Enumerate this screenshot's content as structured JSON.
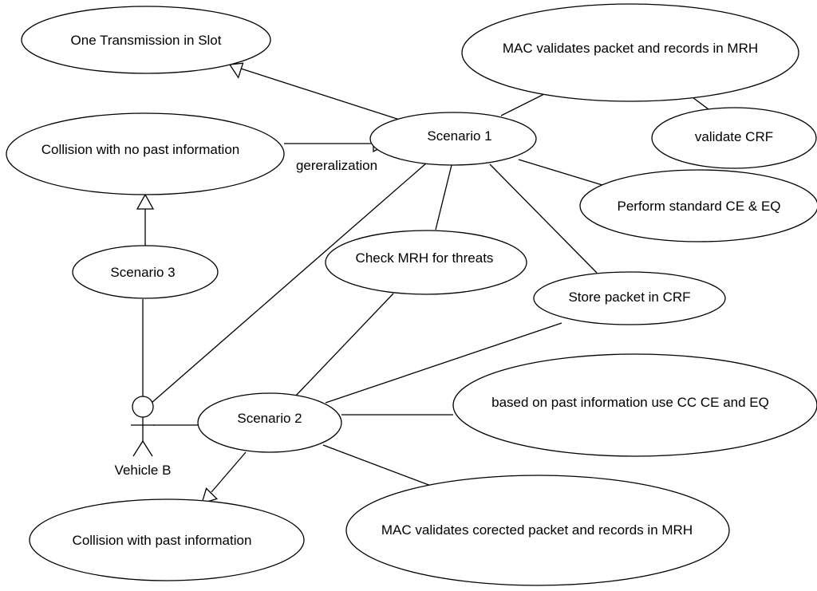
{
  "use_cases": {
    "one_transmission": "One Transmission in Slot",
    "mac_validates_packet": "MAC validates packet and records in MRH",
    "validate_crf": "validate CRF",
    "collision_no_past": "Collision with no past information",
    "scenario_1": "Scenario 1",
    "perform_standard": "Perform standard CE & EQ",
    "check_mrh": "Check MRH for threats",
    "scenario_3": "Scenario 3",
    "store_packet": "Store packet in CRF",
    "based_on_past": "based on past information use CC CE and EQ",
    "scenario_2": "Scenario 2",
    "collision_past": "Collision with past information",
    "mac_validates_corrected": "MAC validates corected packet and records in MRH"
  },
  "actor": {
    "name": "Vehicle B"
  },
  "labels": {
    "generalization": "gereralization"
  }
}
